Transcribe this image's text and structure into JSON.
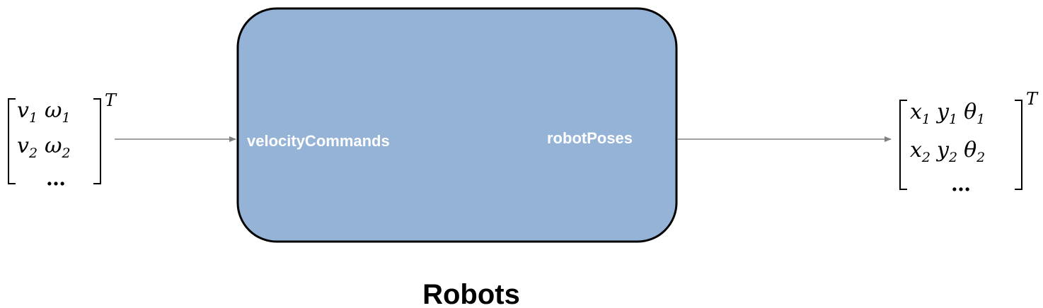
{
  "block": {
    "name": "Robots",
    "input_port": "velocityCommands",
    "output_port": "robotPoses",
    "fill_color": "#95b2d7",
    "border_color": "#000000"
  },
  "input_matrix": {
    "row1": {
      "a": "v",
      "a_sub": "1",
      "b": "ω",
      "b_sub": "1"
    },
    "row2": {
      "a": "v",
      "a_sub": "2",
      "b": "ω",
      "b_sub": "2"
    },
    "row3": "…",
    "superscript": "T"
  },
  "output_matrix": {
    "row1": {
      "a": "x",
      "a_sub": "1",
      "b": "y",
      "b_sub": "1",
      "c": "θ",
      "c_sub": "1"
    },
    "row2": {
      "a": "x",
      "a_sub": "2",
      "b": "y",
      "b_sub": "2",
      "c": "θ",
      "c_sub": "2"
    },
    "row3": "…",
    "superscript": "T"
  },
  "arrow_color": "#808080"
}
